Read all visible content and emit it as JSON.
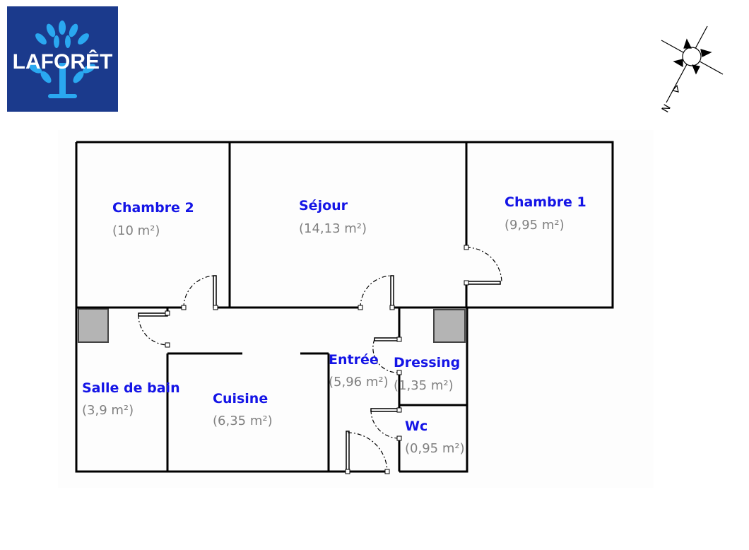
{
  "logo": {
    "brand": "LAFORÊT",
    "colors": {
      "background": "#1b3a8c",
      "tree": "#2aa8f0"
    }
  },
  "compass": {
    "north_label": "N"
  },
  "rooms": [
    {
      "name": "Chambre 2",
      "area": "(10 m²)"
    },
    {
      "name": "Séjour",
      "area": "(14,13 m²)"
    },
    {
      "name": "Chambre 1",
      "area": "(9,95 m²)"
    },
    {
      "name": "Salle de bain",
      "area": "(3,9 m²)"
    },
    {
      "name": "Cuisine",
      "area": "(6,35 m²)"
    },
    {
      "name": "Entrée",
      "area": "(5,96 m²)"
    },
    {
      "name": "Dressing",
      "area": "(1,35 m²)"
    },
    {
      "name": "Wc",
      "area": "(0,95 m²)"
    }
  ],
  "colors": {
    "room_name": "#1414e6",
    "room_area": "#808080"
  }
}
